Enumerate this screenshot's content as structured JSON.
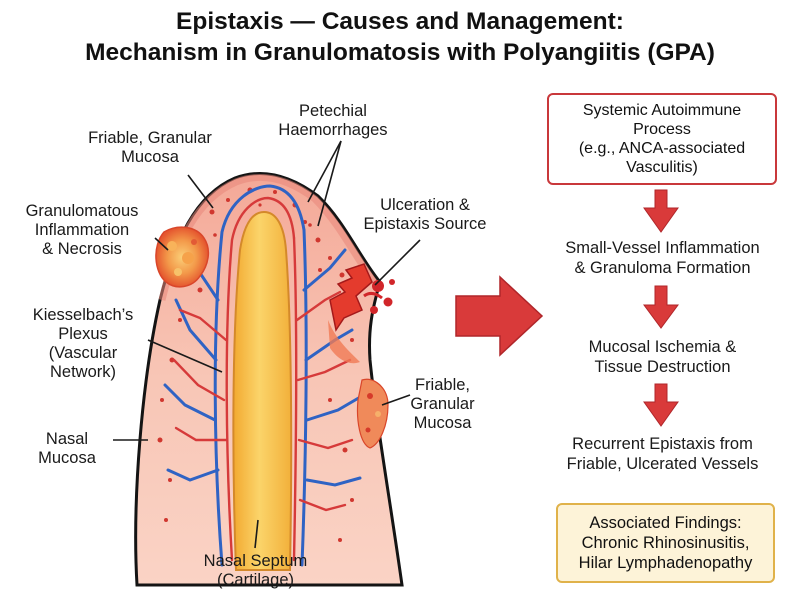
{
  "title": {
    "line1": "Epistaxis — Causes and Management:",
    "line2": "Mechanism in Granulomatosis with Polyangiitis (GPA)"
  },
  "labels": {
    "friable_top": [
      "Friable, Granular",
      "Mucosa"
    ],
    "petechial": [
      "Petechial",
      "Haemorrhages"
    ],
    "ulceration": [
      "Ulceration &",
      "Epistaxis Source"
    ],
    "granulomatous": [
      "Granulomatous",
      "Inflammation",
      "& Necrosis"
    ],
    "kiesselbach": [
      "Kiesselbach’s",
      "Plexus",
      "(Vascular",
      "Network)"
    ],
    "friable_right": [
      "Friable,",
      "Granular",
      "Mucosa"
    ],
    "nasal_mucosa": [
      "Nasal",
      "Mucosa"
    ],
    "septum": [
      "Nasal Septum",
      "(Cartilage)"
    ]
  },
  "flow": {
    "top_box": [
      "Systemic Autoimmune",
      "Process",
      "(e.g., ANCA-associated",
      "Vasculitis)"
    ],
    "step2": [
      "Small-Vessel Inflammation",
      "& Granuloma Formation"
    ],
    "step3": [
      "Mucosal Ischemia &",
      "Tissue Destruction"
    ],
    "step4": [
      "Recurrent Epistaxis from",
      "Friable, Ulcerated Vessels"
    ],
    "bottom_box": [
      "Associated Findings:",
      "Chronic Rhinosinusitis,",
      "Hilar Lymphadenopathy"
    ]
  },
  "colors": {
    "arrow_red": "#d93a3a",
    "box_border_red": "#c9383b",
    "box_border_gold": "#e0b24a",
    "box_fill_gold": "#fdf3d8",
    "mucosa_pink": "#f7c2b2",
    "cartilage_yellow": "#f7be45",
    "vessel_blue": "#2f63c4",
    "vessel_red": "#d63a3a"
  }
}
